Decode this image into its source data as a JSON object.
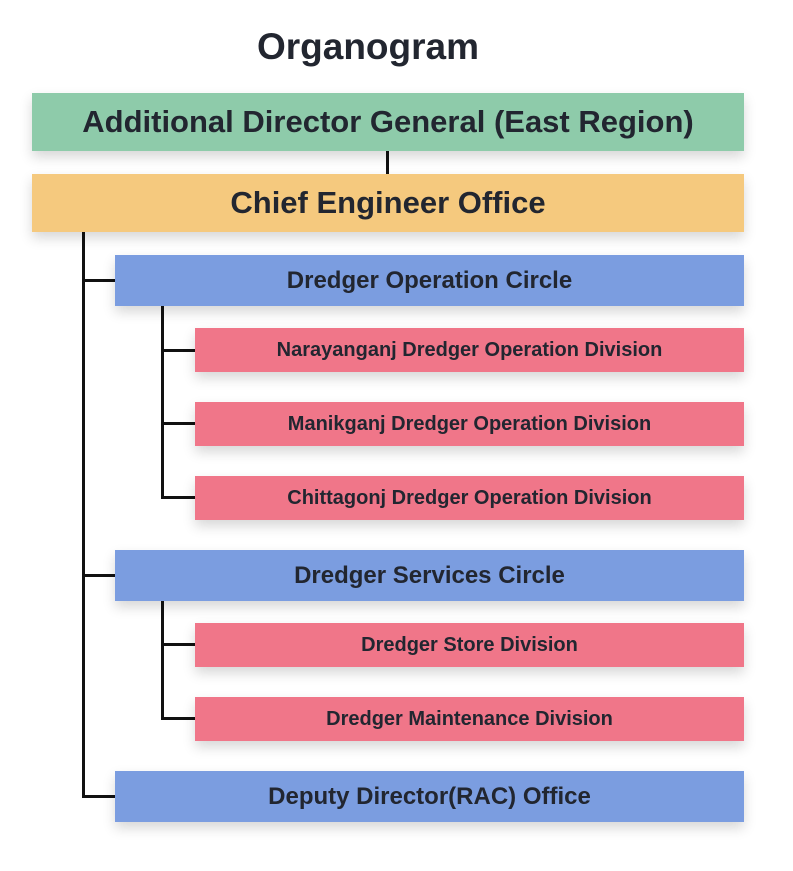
{
  "title": "Organogram",
  "root": "Additional Director General (East Region)",
  "office": "Chief Engineer Office",
  "circles": [
    {
      "name": "Dredger Operation Circle",
      "divisions": [
        "Narayanganj Dredger Operation Division",
        "Manikganj Dredger Operation Division",
        "Chittagonj Dredger Operation Division"
      ]
    },
    {
      "name": "Dredger Services Circle",
      "divisions": [
        "Dredger Store Division",
        "Dredger Maintenance Division"
      ]
    },
    {
      "name": "Deputy Director(RAC) Office",
      "divisions": []
    }
  ],
  "colors": {
    "root": "#8ecbaa",
    "office": "#f5c97e",
    "circle": "#7b9de0",
    "division": "#f07689",
    "connector": "#111111"
  }
}
